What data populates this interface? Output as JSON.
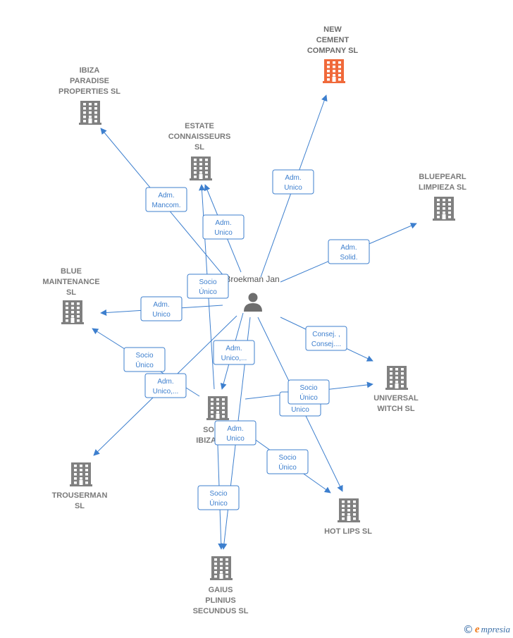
{
  "person": {
    "id": "person",
    "name": "Broekman Jan"
  },
  "companies": [
    {
      "id": "new_cement",
      "name": [
        "NEW",
        "CEMENT",
        "COMPANY  SL"
      ],
      "highlight": true
    },
    {
      "id": "ibiza_paradise",
      "name": [
        "IBIZA",
        "PARADISE",
        "PROPERTIES SL"
      ]
    },
    {
      "id": "estate",
      "name": [
        "ESTATE",
        "CONNAISSEURS",
        "SL"
      ]
    },
    {
      "id": "bluepearl",
      "name": [
        "BLUEPEARL",
        "LIMPIEZA  SL"
      ]
    },
    {
      "id": "blue_maint",
      "name": [
        "BLUE",
        "MAINTENANCE",
        "SL"
      ]
    },
    {
      "id": "universal",
      "name": [
        "UNIVERSAL",
        "WITCH  SL"
      ]
    },
    {
      "id": "sob",
      "name": [
        "SOB",
        "IBIZA 20"
      ]
    },
    {
      "id": "trouserman",
      "name": [
        "TROUSERMAN",
        "SL"
      ]
    },
    {
      "id": "hot_lips",
      "name": [
        "HOT LIPS  SL"
      ]
    },
    {
      "id": "gaius",
      "name": [
        "GAIUS",
        "PLINIUS",
        "SECUNDUS  SL"
      ]
    }
  ],
  "edges": [
    {
      "from": "person",
      "to": "new_cement",
      "label": [
        "Adm.",
        "Unico"
      ]
    },
    {
      "from": "person",
      "to": "ibiza_paradise",
      "label": [
        "Adm.",
        "Mancom."
      ]
    },
    {
      "from": "person",
      "to": "estate",
      "label": [
        "Adm.",
        "Unico"
      ]
    },
    {
      "from": "person",
      "to": "bluepearl",
      "label": [
        "Adm.",
        "Solid."
      ]
    },
    {
      "from": "person",
      "to": "blue_maint",
      "label": [
        "Adm.",
        "Unico"
      ]
    },
    {
      "from": "person",
      "to": "universal",
      "label": [
        "Consej. ,",
        "Consej...."
      ]
    },
    {
      "from": "person",
      "to": "sob",
      "label": [
        "Adm.",
        "Unico,..."
      ]
    },
    {
      "from": "person",
      "to": "trouserman",
      "label": [
        "Adm.",
        "Unico,..."
      ]
    },
    {
      "from": "person",
      "to": "hot_lips",
      "label": [
        "Adm.",
        "Unico"
      ]
    },
    {
      "from": "person",
      "to": "gaius",
      "label": [
        "Adm.",
        "Unico"
      ]
    },
    {
      "from": "sob",
      "to": "estate",
      "label": [
        "Socio",
        "Único"
      ]
    },
    {
      "from": "sob",
      "to": "blue_maint",
      "label": [
        "Socio",
        "Único"
      ]
    },
    {
      "from": "sob",
      "to": "universal",
      "label": [
        "Socio",
        "Único"
      ]
    },
    {
      "from": "sob",
      "to": "hot_lips",
      "label": [
        "Socio",
        "Único"
      ]
    },
    {
      "from": "sob",
      "to": "gaius",
      "label": [
        "Socio",
        "Único"
      ]
    }
  ],
  "colors": {
    "edge": "#3d7fce",
    "building": "#808080",
    "building_highlight": "#f0693a"
  },
  "brand": {
    "copyright": "©",
    "initial": "e",
    "name": "mpresia"
  }
}
